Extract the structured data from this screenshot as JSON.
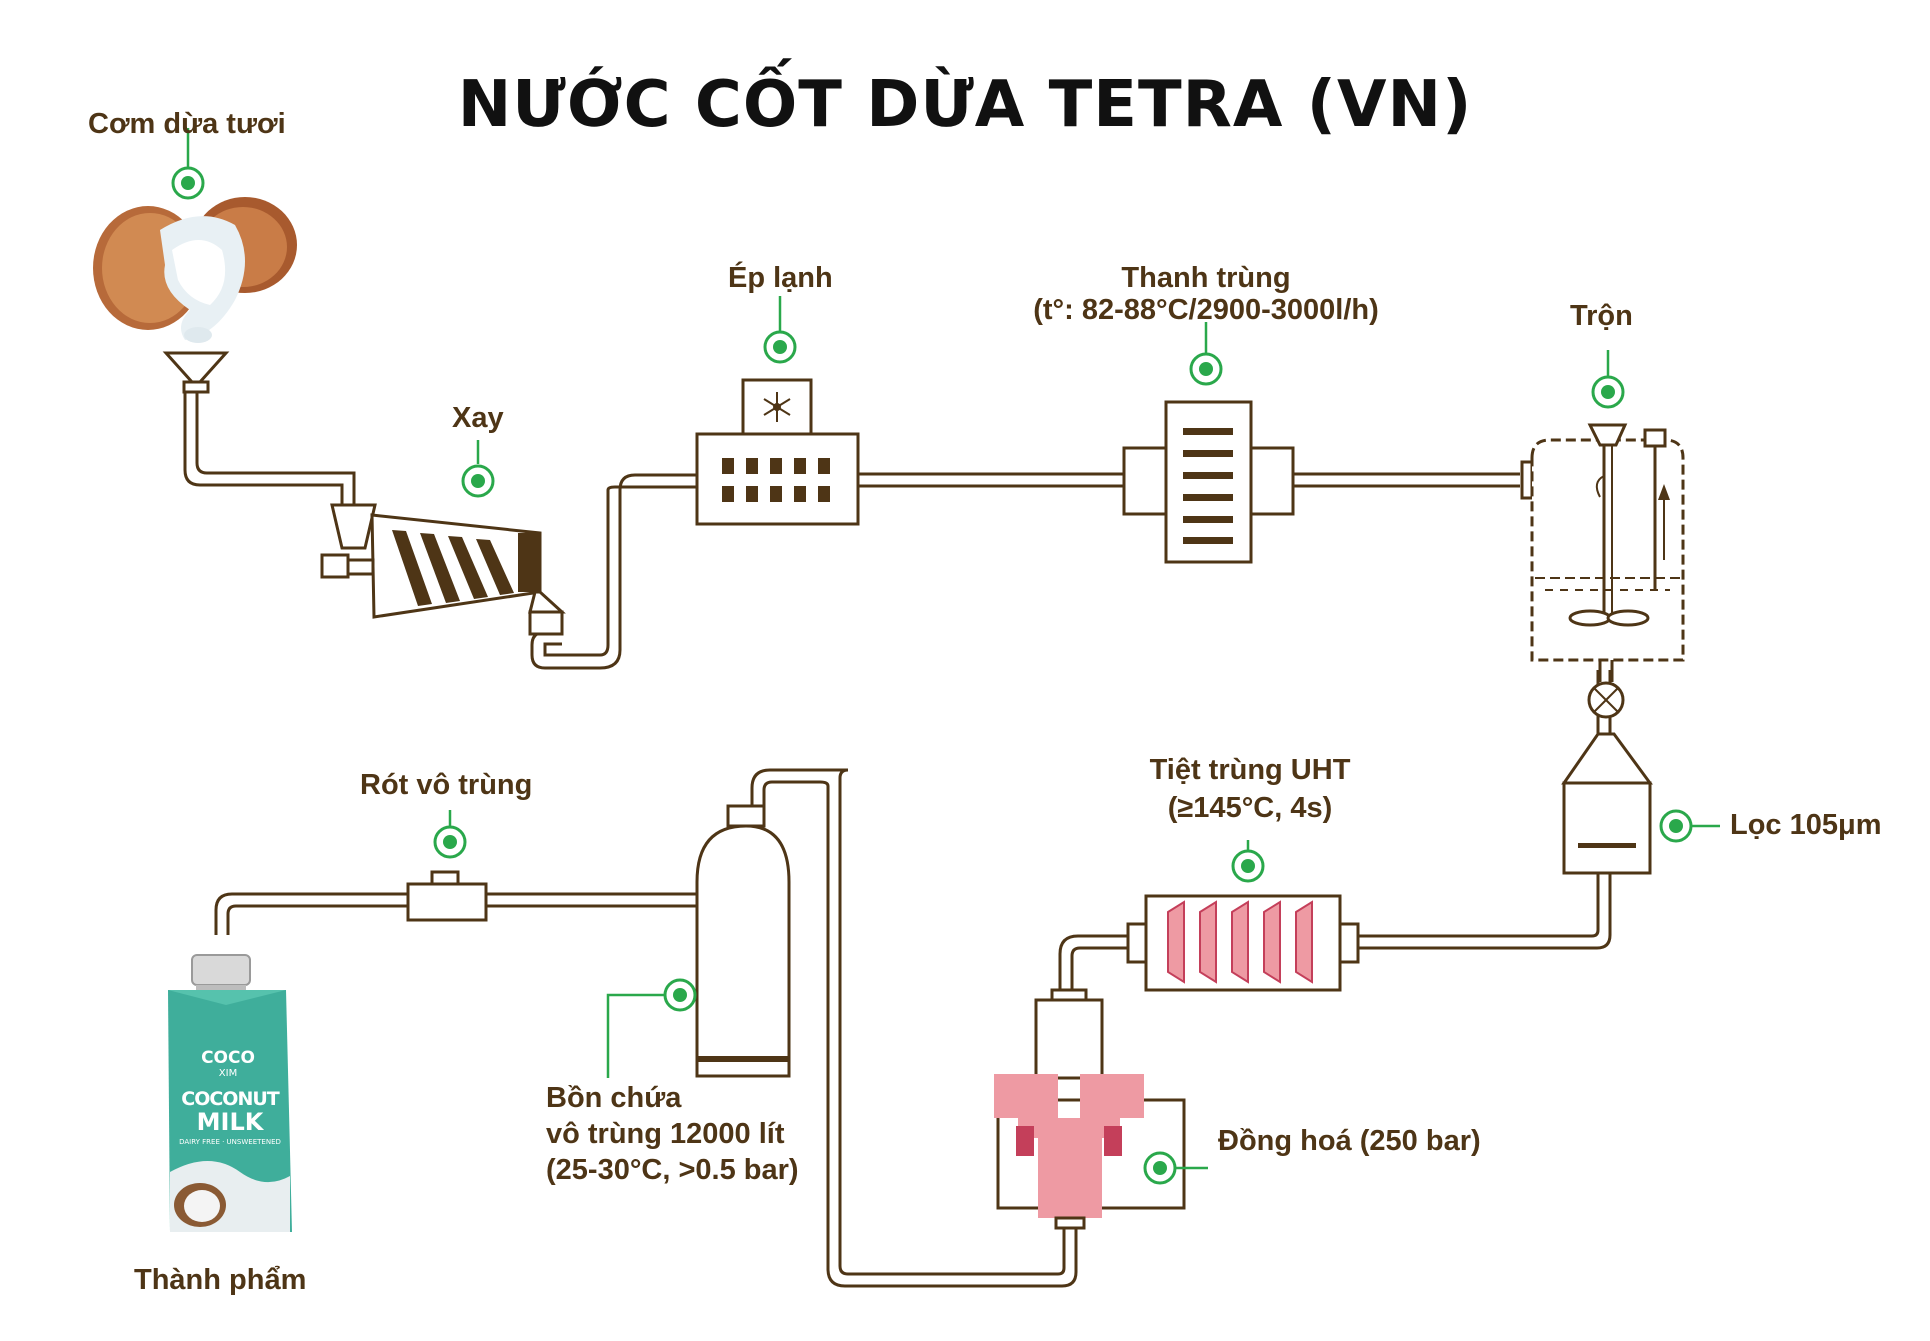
{
  "title": "NƯỚC CỐT DỪA TETRA (VN)",
  "colors": {
    "pipe": "#4e3516",
    "label": "#4e3516",
    "marker": "#2aa84b",
    "accent_pink": "#ee9aa3",
    "accent_dark_pink": "#c43f5a",
    "product_teal": "#3fae9b"
  },
  "steps": {
    "raw": {
      "label": "Cơm dừa tươi",
      "icon": "coconut-icon"
    },
    "grind": {
      "label": "Xay",
      "icon": "grinder-icon"
    },
    "cold_press": {
      "label": "Ép lạnh",
      "icon": "snowflake-icon"
    },
    "pasteurize": {
      "label": "Thanh trùng",
      "detail": "(t°: 82-88°C/2900-3000l/h)"
    },
    "mix": {
      "label": "Trộn",
      "icon": "mixing-tank-icon"
    },
    "filter": {
      "label": "Lọc 105μm",
      "icon": "filter-icon"
    },
    "uht": {
      "label": "Tiệt trùng UHT",
      "detail": "(≥145°C, 4s)"
    },
    "homogenize": {
      "label": "Đồng hoá (250 bar)",
      "icon": "homogenizer-icon"
    },
    "storage": {
      "label_line1": "Bồn chứa",
      "label_line2": "vô trùng 12000 lít",
      "label_line3": "(25-30°C, >0.5 bar)",
      "icon": "tank-icon"
    },
    "filling": {
      "label": "Rót vô trùng",
      "icon": "valve-icon"
    },
    "product": {
      "label": "Thành phẩm",
      "icon": "milk-carton-icon",
      "package": {
        "brand_top": "COCO",
        "brand_sub": "XIM",
        "name_line1": "COCONUT",
        "name_line2": "MILK",
        "tagline": "DAIRY FREE · UNSWEETENED"
      }
    }
  }
}
